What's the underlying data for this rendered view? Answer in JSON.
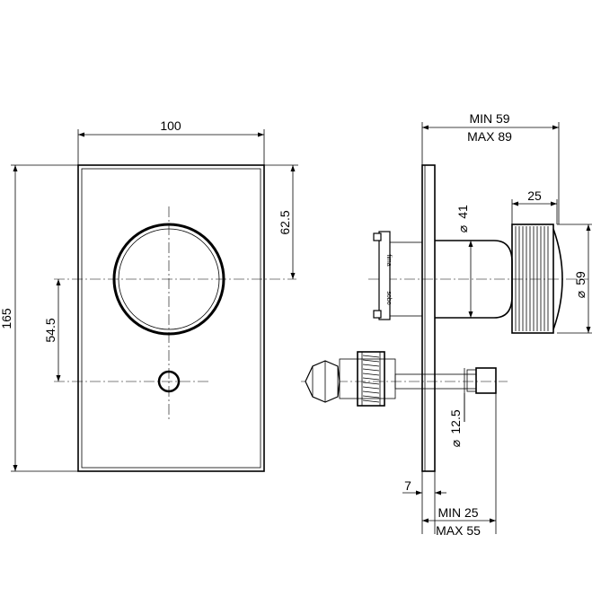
{
  "front_view": {
    "width_label": "100",
    "height_label": "165",
    "top_offset_label": "62.5",
    "spacing_label": "54.5"
  },
  "side_view": {
    "depth_label_min": "MIN 59",
    "depth_label_max": "MAX 89",
    "knob_depth_label": "25",
    "knob_diameter_label": "59",
    "body_diameter_label": "41",
    "stem_diameter_label": "12.5",
    "plate_offset_label": "7",
    "wall_label_min": "MIN 25",
    "wall_label_max": "MAX 55",
    "diameter_symbol": "⌀",
    "brand_text": "fima",
    "side_text": "sobo"
  }
}
